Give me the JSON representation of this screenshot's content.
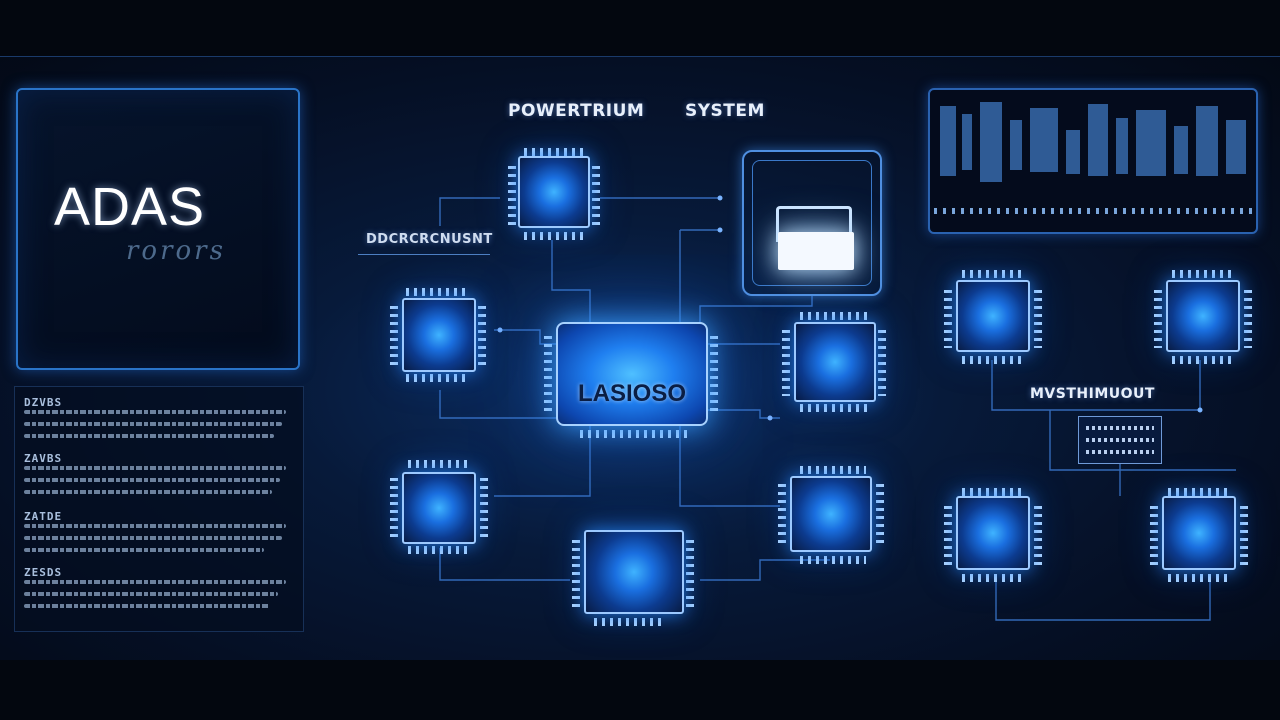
{
  "labels": {
    "adas_title": "ADAS",
    "adas_subtitle": "rorors",
    "powertrain": "POWERTRIUM",
    "system": "SYSTEM",
    "left_module": "DDCRCRCNUSNT",
    "right_module": "MVSTHIMUOUT",
    "main_chip": "LASIOSO"
  },
  "text_panel": {
    "sections": [
      "DZVBS",
      "ZAVBS",
      "ZATDE",
      "ZESDS"
    ]
  },
  "colors": {
    "background": "#040a15",
    "accent_blue": "#2a74c8",
    "chip_glow": "#3fb3ff",
    "text": "#e8f0fb"
  }
}
